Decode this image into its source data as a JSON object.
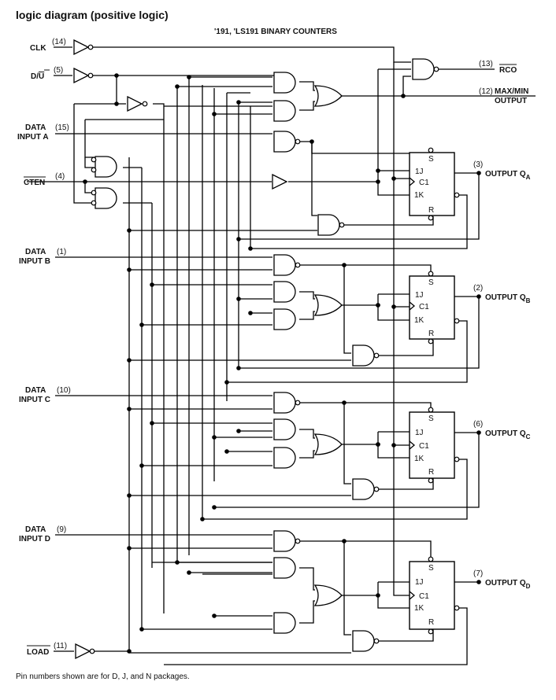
{
  "title": "logic diagram (positive logic)",
  "subtitle": "'191, 'LS191 BINARY COUNTERS",
  "inputs": {
    "clk": {
      "label": "CLK",
      "pin": "(14)"
    },
    "du": {
      "label_d": "D/",
      "label_u": "U",
      "pin": "(5)"
    },
    "data_a": {
      "line1": "DATA",
      "line2": "INPUT A",
      "pin": "(15)"
    },
    "cten": {
      "label": "CTEN",
      "pin": "(4)"
    },
    "data_b": {
      "line1": "DATA",
      "line2": "INPUT B",
      "pin": "(1)"
    },
    "data_c": {
      "line1": "DATA",
      "line2": "INPUT C",
      "pin": "(10)"
    },
    "data_d": {
      "line1": "DATA",
      "line2": "INPUT D",
      "pin": "(9)"
    },
    "load": {
      "label": "LOAD",
      "pin": "(11)"
    }
  },
  "outputs": {
    "rco": {
      "label": "RCO",
      "pin": "(13)"
    },
    "maxmin": {
      "line1": "MAX/MIN",
      "line2": "OUTPUT",
      "pin": "(12)"
    },
    "qa": {
      "label": "OUTPUT Q",
      "sub": "A",
      "pin": "(3)"
    },
    "qb": {
      "label": "OUTPUT Q",
      "sub": "B",
      "pin": "(2)"
    },
    "qc": {
      "label": "OUTPUT Q",
      "sub": "C",
      "pin": "(6)"
    },
    "qd": {
      "label": "OUTPUT Q",
      "sub": "D",
      "pin": "(7)"
    }
  },
  "flipflop": {
    "s": "S",
    "j": "1J",
    "c": "C1",
    "k": "1K",
    "r": "R"
  },
  "footnote": "Pin numbers shown are for D, J, and N packages."
}
